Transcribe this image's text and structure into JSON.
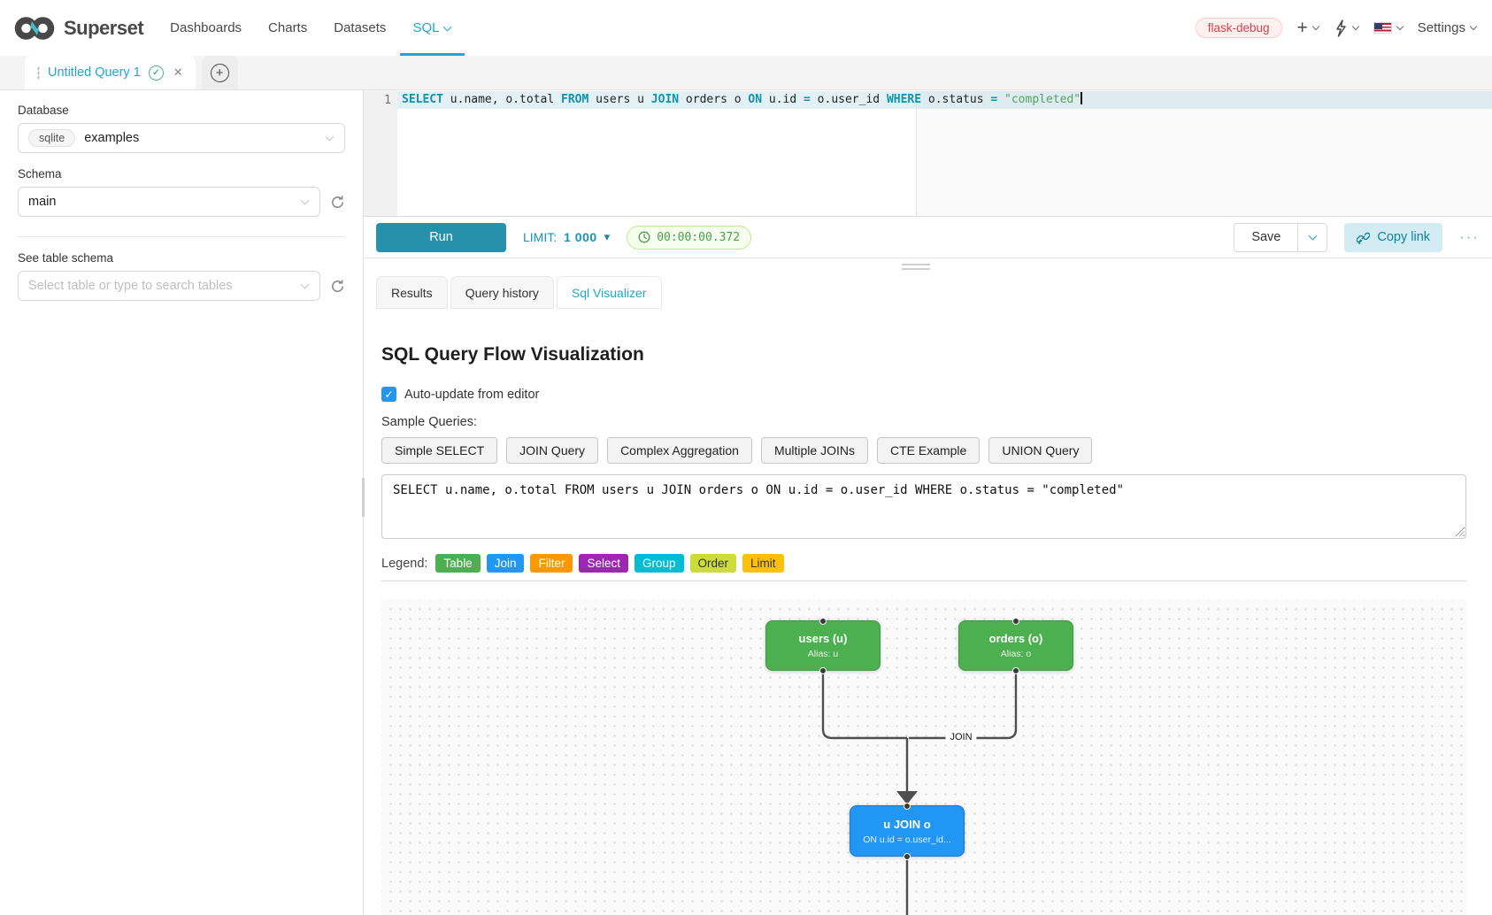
{
  "colors": {
    "accent": "#20a7c9",
    "run_button": "#2691ab",
    "env_badge_text": "#d5424b",
    "timer_green": "#4a9d4f",
    "table_node": "#4CAF50",
    "join_node": "#2196F3",
    "edge": "#4f4f4f"
  },
  "icons": {
    "plus": "+",
    "close": "✕",
    "check": "✓",
    "caret_solid": "▾",
    "more": "···"
  },
  "nav": {
    "brand": "Superset",
    "items": [
      {
        "label": "Dashboards"
      },
      {
        "label": "Charts"
      },
      {
        "label": "Datasets"
      },
      {
        "label": "SQL"
      }
    ],
    "environment_badge": "flask-debug",
    "settings": "Settings"
  },
  "query_tab": {
    "title": "Untitled Query 1"
  },
  "sidebar": {
    "database_label": "Database",
    "database_engine": "sqlite",
    "database_value": "examples",
    "schema_label": "Schema",
    "schema_value": "main",
    "table_schema_label": "See table schema",
    "table_placeholder": "Select table or type to search tables"
  },
  "editor": {
    "line_number": "1",
    "tokens": [
      {
        "text": "SELECT",
        "type": "kw"
      },
      {
        "text": " u.name, o.total ",
        "type": "plain"
      },
      {
        "text": "FROM",
        "type": "kw"
      },
      {
        "text": " users u ",
        "type": "plain"
      },
      {
        "text": "JOIN",
        "type": "kw"
      },
      {
        "text": " orders o ",
        "type": "plain"
      },
      {
        "text": "ON",
        "type": "kw"
      },
      {
        "text": " u.id ",
        "type": "plain"
      },
      {
        "text": "=",
        "type": "op"
      },
      {
        "text": " o.user_id ",
        "type": "plain"
      },
      {
        "text": "WHERE",
        "type": "kw"
      },
      {
        "text": " o.status ",
        "type": "plain"
      },
      {
        "text": "=",
        "type": "op"
      },
      {
        "text": " ",
        "type": "plain"
      },
      {
        "text": "\"completed\"",
        "type": "str"
      }
    ]
  },
  "toolbar": {
    "run": "Run",
    "limit_label": "LIMIT:",
    "limit_value": "1 000",
    "timer": "00:00:00.372",
    "save": "Save",
    "copy_link": "Copy link"
  },
  "result_tabs": [
    {
      "label": "Results"
    },
    {
      "label": "Query history"
    },
    {
      "label": "Sql Visualizer"
    }
  ],
  "visualizer": {
    "title": "SQL Query Flow Visualization",
    "auto_update_label": "Auto-update from editor",
    "auto_update_checked": true,
    "sample_label": "Sample Queries:",
    "samples": [
      "Simple SELECT",
      "JOIN Query",
      "Complex Aggregation",
      "Multiple JOINs",
      "CTE Example",
      "UNION Query"
    ],
    "sql_text": "SELECT u.name, o.total FROM users u JOIN orders o ON u.id = o.user_id WHERE o.status = \"completed\"",
    "legend_label": "Legend:",
    "legend": [
      {
        "label": "Table",
        "color": "#4CAF50"
      },
      {
        "label": "Join",
        "color": "#2196F3"
      },
      {
        "label": "Filter",
        "color": "#FF9800"
      },
      {
        "label": "Select",
        "color": "#9C27B0"
      },
      {
        "label": "Group",
        "color": "#00BCD4"
      },
      {
        "label": "Order",
        "color": "#CDDC39"
      },
      {
        "label": "Limit",
        "color": "#FFC107"
      }
    ],
    "diagram": {
      "nodes": [
        {
          "title": "users (u)",
          "subtitle": "Alias: u"
        },
        {
          "title": "orders (o)",
          "subtitle": "Alias: o"
        },
        {
          "title": "u JOIN o",
          "subtitle": "ON u.id = o.user_id..."
        }
      ],
      "edge_label": "JOIN"
    }
  }
}
